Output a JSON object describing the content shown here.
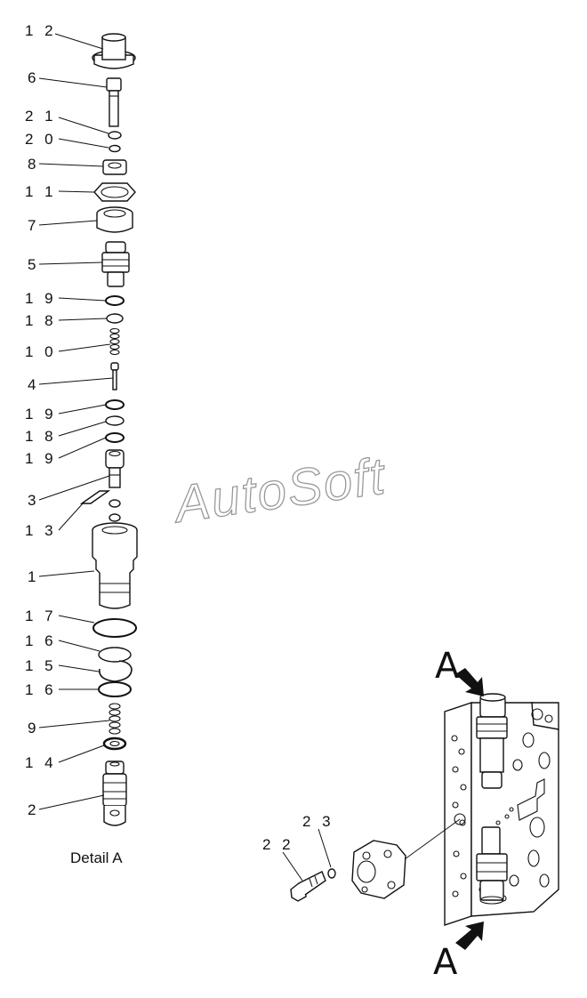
{
  "caption": "Detail A",
  "watermark": "AutoSoft",
  "view_marker_top": "A",
  "view_marker_bottom": "A",
  "callouts": [
    {
      "id": "c1",
      "text": "1 2"
    },
    {
      "id": "c2",
      "text": "6"
    },
    {
      "id": "c3",
      "text": "2 1"
    },
    {
      "id": "c4",
      "text": "2 0"
    },
    {
      "id": "c5",
      "text": "8"
    },
    {
      "id": "c6",
      "text": "1 1"
    },
    {
      "id": "c7",
      "text": "7"
    },
    {
      "id": "c8",
      "text": "5"
    },
    {
      "id": "c9",
      "text": "1 9"
    },
    {
      "id": "c10",
      "text": "1 8"
    },
    {
      "id": "c11",
      "text": "1 0"
    },
    {
      "id": "c12",
      "text": "4"
    },
    {
      "id": "c13",
      "text": "1 9"
    },
    {
      "id": "c14",
      "text": "1 8"
    },
    {
      "id": "c15",
      "text": "1 9"
    },
    {
      "id": "c16",
      "text": "3"
    },
    {
      "id": "c17",
      "text": "1 3"
    },
    {
      "id": "c18",
      "text": "1"
    },
    {
      "id": "c19",
      "text": "1 7"
    },
    {
      "id": "c20",
      "text": "1 6"
    },
    {
      "id": "c21",
      "text": "1 5"
    },
    {
      "id": "c22",
      "text": "1 6"
    },
    {
      "id": "c23",
      "text": "9"
    },
    {
      "id": "c24",
      "text": "1 4"
    },
    {
      "id": "c25",
      "text": "2"
    },
    {
      "id": "c26",
      "text": "2 3"
    },
    {
      "id": "c27",
      "text": "2 2"
    }
  ]
}
